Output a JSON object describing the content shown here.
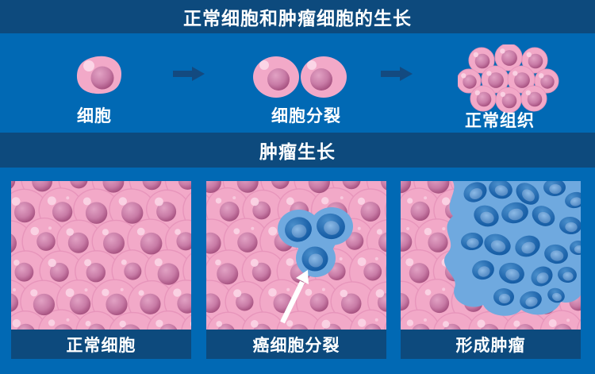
{
  "title_bar": {
    "title": "正常细胞和肿瘤细胞的生长"
  },
  "normal_growth": {
    "stages": [
      {
        "label": "细胞"
      },
      {
        "label": "细胞分裂"
      },
      {
        "label": "正常组织"
      }
    ]
  },
  "tumor_section": {
    "title": "肿瘤生长",
    "panels": [
      {
        "caption": "正常细胞"
      },
      {
        "caption": "癌细胞分裂"
      },
      {
        "caption": "形成肿瘤"
      }
    ]
  },
  "colors": {
    "header_bg": "#0d4a7d",
    "section_bg": "#0169b4",
    "caption_bg": "#0d4a7d",
    "text": "#ffffff",
    "stage_arrow": "#134a80",
    "tissue_bg": "#7c0e4e",
    "cell_pink": "#f2a9c8",
    "cell_pink_edge": "#e795bb",
    "cell_highlight": "#fbd5e6",
    "cancer_halo": "#6fa9df",
    "cancer_cell": "#1a67b0",
    "cancer_nucleus": "#5e97d0",
    "pointer_arrow": "#ffffff"
  }
}
